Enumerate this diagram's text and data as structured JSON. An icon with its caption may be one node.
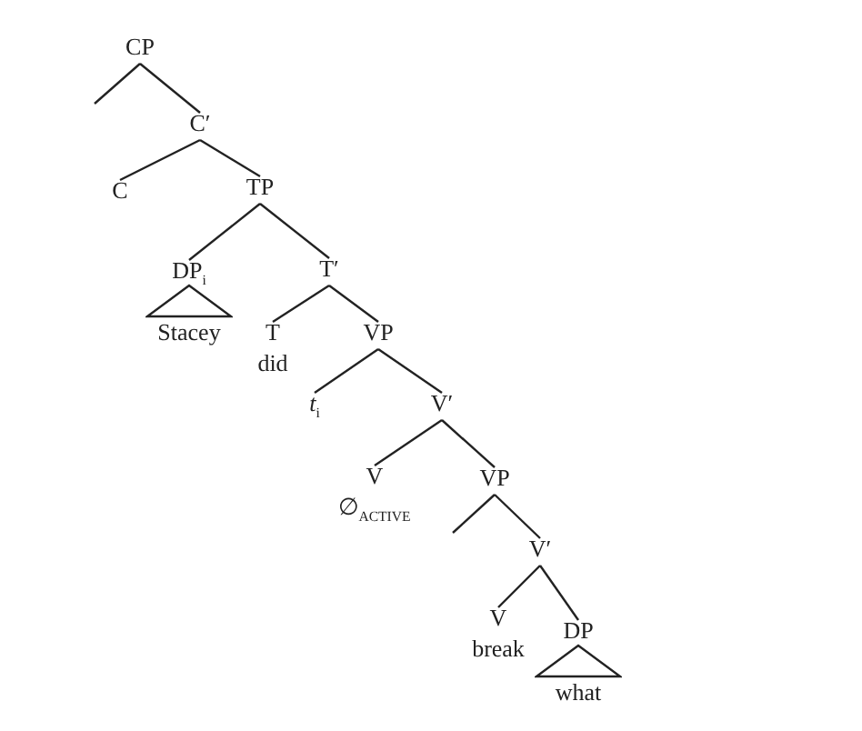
{
  "diagram": {
    "nodes": [
      {
        "text": [
          "CP"
        ]
      },
      {
        "text": [
          "C′"
        ]
      },
      {
        "text": [
          "C"
        ]
      },
      {
        "text": [
          "TP"
        ]
      },
      {
        "text": [
          "DP$_{i}$",
          "Stacey"
        ]
      },
      {
        "text": [
          "T′"
        ]
      },
      {
        "text": [
          "T",
          "did"
        ]
      },
      {
        "text": [
          "VP"
        ]
      },
      {
        "text": [
          "*t*$_{i}$"
        ]
      },
      {
        "text": [
          "V′"
        ]
      },
      {
        "text": [
          "V",
          "∅$_{ACTIVE}$"
        ]
      },
      {
        "text": [
          "VP"
        ]
      },
      {
        "text": [
          "V′"
        ]
      },
      {
        "text": [
          "V",
          "break"
        ]
      },
      {
        "text": [
          "DP",
          "what"
        ]
      }
    ],
    "edges": [
      {
        "from": 0,
        "to": null,
        "arrow": "none"
      },
      {
        "from": 0,
        "to": 1,
        "arrow": "none"
      },
      {
        "from": 1,
        "to": 2,
        "arrow": "none"
      },
      {
        "from": 1,
        "to": 3,
        "arrow": "none"
      },
      {
        "from": 3,
        "to": 4,
        "arrow": "none"
      },
      {
        "from": 3,
        "to": 5,
        "arrow": "none"
      },
      {
        "from": 5,
        "to": 6,
        "arrow": "none"
      },
      {
        "from": 5,
        "to": 7,
        "arrow": "none"
      },
      {
        "from": 7,
        "to": 8,
        "arrow": "none"
      },
      {
        "from": 7,
        "to": 9,
        "arrow": "none"
      },
      {
        "from": 9,
        "to": 10,
        "arrow": "none"
      },
      {
        "from": 9,
        "to": 11,
        "arrow": "none"
      },
      {
        "from": 11,
        "to": null,
        "arrow": "none"
      },
      {
        "from": 11,
        "to": 12,
        "arrow": "none"
      },
      {
        "from": 12,
        "to": 13,
        "arrow": "none"
      },
      {
        "from": 12,
        "to": 14,
        "arrow": "none"
      }
    ]
  }
}
